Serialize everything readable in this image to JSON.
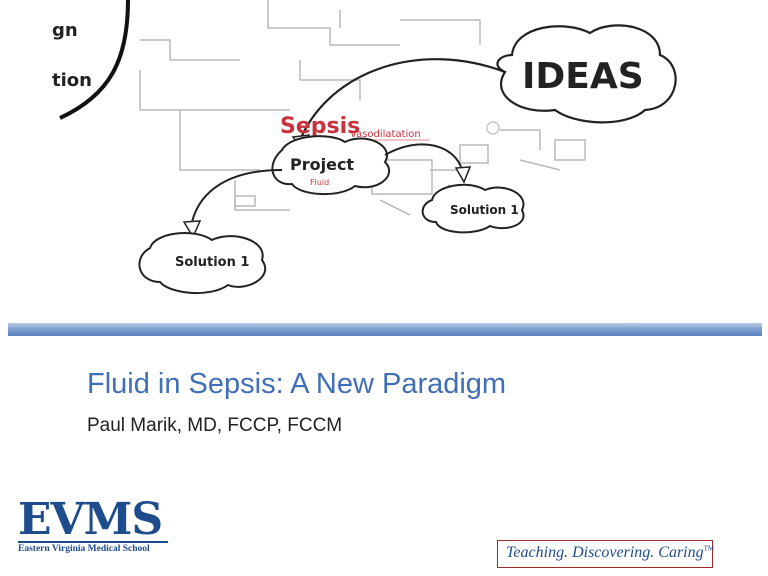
{
  "sketch": {
    "partial_word_1": "gn",
    "partial_word_2": "tion",
    "ideas": "IDEAS",
    "sepsis": "Sepsis",
    "project": "Project",
    "vasodilatation": "Vasodilatation",
    "fluid_note": "Fluid",
    "solution_right": "Solution 1",
    "solution_left": "Solution 1"
  },
  "slide": {
    "title": "Fluid in Sepsis: A New Paradigm",
    "subtitle": "Paul Marik, MD, FCCP, FCCM"
  },
  "logo": {
    "mark": "EVMS",
    "name": "Eastern Virginia Medical School"
  },
  "tagline": {
    "text": "Teaching. Discovering. Caring",
    "tm": "TM"
  },
  "colors": {
    "title": "#3f6fb8",
    "divider": "#7f9fce",
    "brand": "#1e4c8c",
    "sketch_accent": "#c8323c"
  }
}
